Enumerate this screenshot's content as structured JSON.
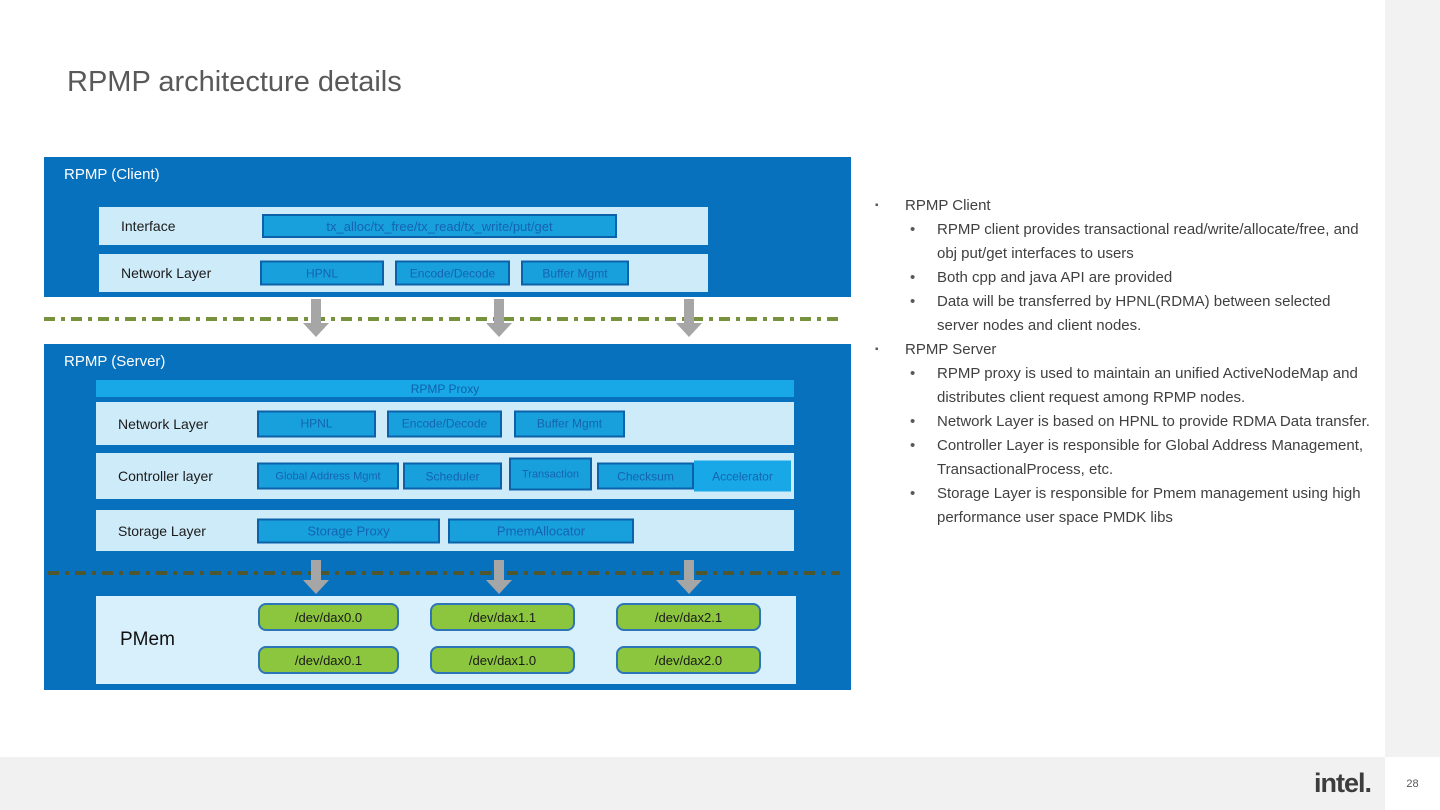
{
  "slide": {
    "title": "RPMP architecture details",
    "page_number": "28",
    "footer_logo": "intel."
  },
  "diagram": {
    "client": {
      "title": "RPMP (Client)",
      "rows": [
        {
          "label": "Interface",
          "buttons": [
            "tx_alloc/tx_free/tx_read/tx_write/put/get"
          ]
        },
        {
          "label": "Network Layer",
          "buttons": [
            "HPNL",
            "Encode/Decode",
            "Buffer Mgmt"
          ]
        }
      ]
    },
    "server": {
      "title": "RPMP (Server)",
      "proxy_bar": "RPMP Proxy",
      "rows": [
        {
          "label": "Network Layer",
          "buttons": [
            "HPNL",
            "Encode/Decode",
            "Buffer Mgmt"
          ]
        },
        {
          "label": "Controller layer",
          "buttons": [
            "Global Address Mgmt",
            "Scheduler",
            "Transaction",
            "Checksum",
            "Accelerator"
          ]
        },
        {
          "label": "Storage Layer",
          "buttons": [
            "Storage Proxy",
            "PmemAllocator"
          ]
        }
      ],
      "pmem": {
        "label": "PMem",
        "row1": [
          "/dev/dax0.0",
          "/dev/dax1.1",
          "/dev/dax2.1"
        ],
        "row2": [
          "/dev/dax0.1",
          "/dev/dax1.0",
          "/dev/dax2.0"
        ]
      }
    }
  },
  "notes": {
    "sections": [
      {
        "title": "RPMP Client",
        "bullets": [
          "RPMP client provides transactional read/write/allocate/free, and obj put/get interfaces to users",
          "Both cpp and java API are provided",
          "Data will be transferred by HPNL(RDMA) between selected server nodes and client nodes."
        ]
      },
      {
        "title": "RPMP Server",
        "bullets": [
          "RPMP proxy is used to maintain an unified ActiveNodeMap and distributes client request among RPMP nodes.",
          "Network Layer is based on HPNL to provide RDMA Data transfer.",
          "Controller Layer is responsible for Global Address Management, TransactionalProcess, etc.",
          "Storage Layer is responsible for Pmem management using high performance user space PMDK libs"
        ]
      }
    ]
  },
  "colors": {
    "box_blue": "#0871BE",
    "button_blue": "#18A0DC",
    "button_border": "#0B62A9",
    "button_text": "#1464AE",
    "row_light_blue": "#CEEBFA",
    "pmem_row_blue": "#D7F0FB",
    "green": "#8CC63E",
    "green_border": "#2E75B6",
    "dash_line_top": "#76923C",
    "dash_line_bottom": "#4F5730",
    "arrow_gray": "#A6A6A6",
    "title_gray": "#595959"
  }
}
